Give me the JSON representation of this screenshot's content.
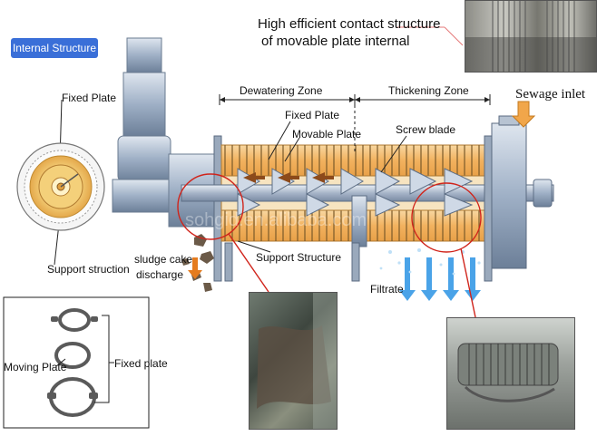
{
  "header": {
    "line1": "High efficient contact structure",
    "line2": "of movable plate internal"
  },
  "badge": "Internal Structure",
  "labels": {
    "fixed_plate_left": "Fixed Plate",
    "support_struction": "Support struction",
    "dewatering_zone": "Dewatering Zone",
    "thickening_zone": "Thickening Zone",
    "sewage_inlet": "Sewage inlet",
    "fixed_plate": "Fixed Plate",
    "movable_plate": "Movable Plate",
    "screw_blade": "Screw blade",
    "sludge_cake": "sludge cake",
    "discharge": "discharge",
    "support_structure": "Support Structure",
    "filtrate": "Filtrate",
    "moving_plate": "Moving Plate",
    "fixed_plate_lower": "Fixed plate"
  },
  "watermark": "sohgid.en.alibaba.com",
  "colors": {
    "accent_blue": "#3a6fd8",
    "highlight_red": "#d0241b",
    "drum_orange": "#f2b25f",
    "shaft_steel": "#8fa2ba",
    "filtrate_blue": "#4aa3e8"
  }
}
